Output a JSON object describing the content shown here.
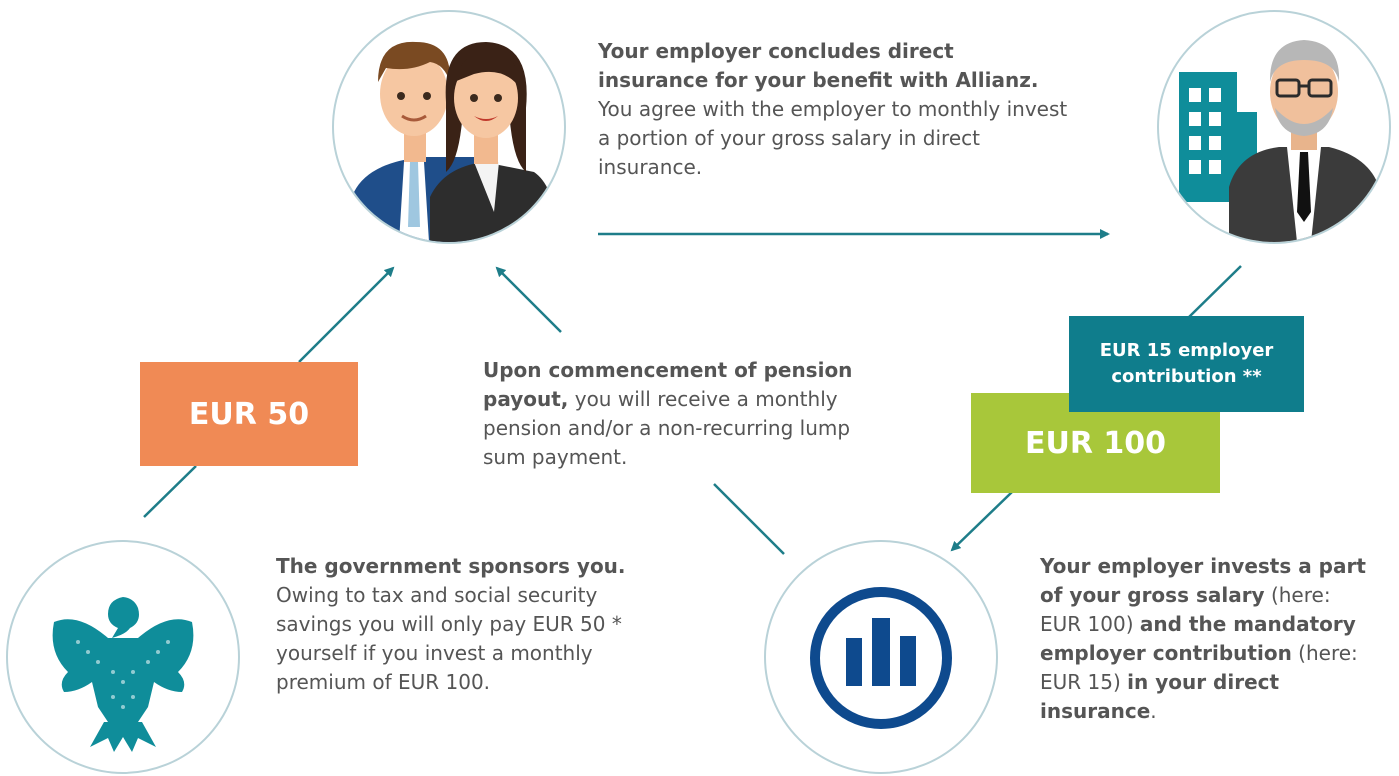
{
  "colors": {
    "teal": "#00908d",
    "line": "#1e7d89",
    "orange": "#f08a55",
    "green": "#a8c73a",
    "dark_teal": "#0f7d8c",
    "allianz_blue": "#0e4a8e",
    "circle_border": "#b9d2d8"
  },
  "icons": {
    "couple": "couple-employees-icon",
    "employer": "employer-building-icon",
    "government": "federal-eagle-icon",
    "allianz": "allianz-logo-icon"
  },
  "top_text": {
    "bold": "Your employer concludes direct insurance for your benefit with Allianz.",
    "normal": " You agree with the employer to monthly invest a portion of your gross salary in direct insurance."
  },
  "middle_text": {
    "bold": "Upon commencement of pension payout,",
    "normal": " you will receive a monthly pension and/or a non-recurring lump sum payment."
  },
  "gov_text": {
    "bold": "The government sponsors you.",
    "normal": " Owing to tax and social security savings you will only pay EUR 50 * yourself if you invest a monthly premium of EUR 100."
  },
  "employer_invest_text": {
    "b1": "Your employer invests a part of your gross salary",
    "n1": " (here: EUR 100) ",
    "b2": "and the mandatory employer contribution",
    "n2": " (here: EUR 15) ",
    "b3": "in your direct insurance",
    "n3": "."
  },
  "boxes": {
    "eur50": "EUR 50",
    "eur100": "EUR 100",
    "employer_contribution": "EUR 15 employer contribution **"
  }
}
